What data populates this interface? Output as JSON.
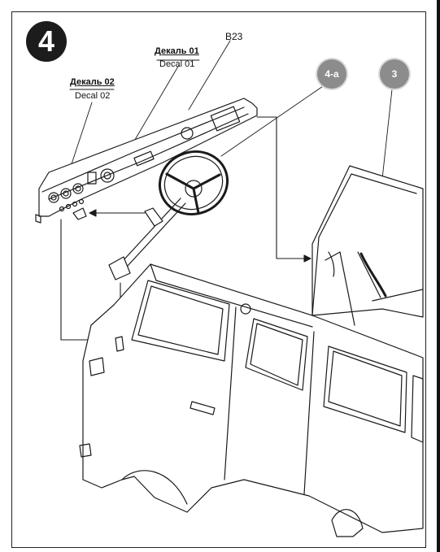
{
  "step": {
    "number": "4"
  },
  "refs": [
    {
      "label": "4-a"
    },
    {
      "label": "3"
    }
  ],
  "labels": {
    "decal01_ru": "Декаль 01",
    "decal01_en": "Decal 01",
    "decal02_ru": "Декаль 02",
    "decal02_en": "Decal 02",
    "part_b23": "B23"
  }
}
